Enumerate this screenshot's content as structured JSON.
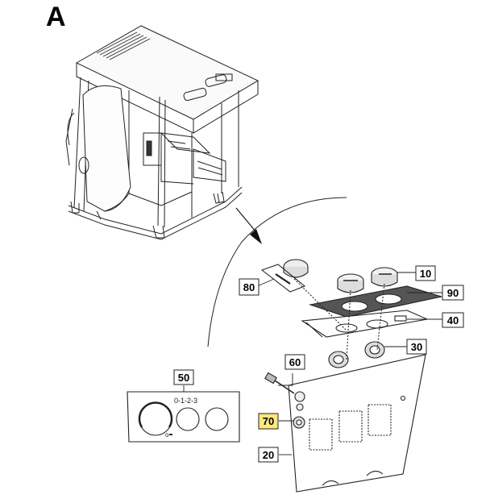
{
  "figure_letter": "A",
  "callouts": {
    "c10": "10",
    "c20": "20",
    "c30": "30",
    "c40": "40",
    "c50": "50",
    "c60": "60",
    "c70": "70",
    "c80": "80",
    "c90": "90"
  },
  "highlight_color": "#ffe680",
  "control_panel_symbols": {
    "dial_scale": "0-1-2-3",
    "knob_marker": "o"
  }
}
